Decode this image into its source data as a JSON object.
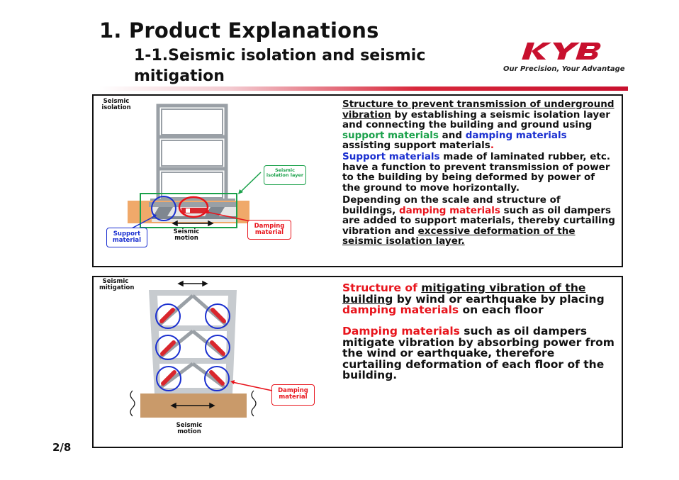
{
  "header": {
    "title": "1.  Product Explanations",
    "subtitle": "1-1.Seismic isolation and seismic mitigation",
    "logo_text": "KYB",
    "tagline": "Our Precision, Your Advantage",
    "accent_color": "#c8102e"
  },
  "isolation_panel": {
    "label": "Seismic isolation",
    "diagram": {
      "layer_callout": "Seismic isolation layer",
      "damping_callout": "Damping material",
      "support_callout": "Support material",
      "motion_label": "Seismic motion"
    },
    "paragraphs": {
      "p1_a": "Structure to prevent transmission of underground vibration",
      "p1_b": " by establishing a seismic isolation layer and connecting the building and ground using ",
      "p1_c": "support materials",
      "p1_d": " and ",
      "p1_e": "damping materials",
      "p1_f": " assisting support materials",
      "p1_g": ".",
      "p2_a": "Support materials",
      "p2_b": " made of laminated rubber, etc. have a function to prevent transmission of power to the building by being deformed by power of the ground to move horizontally.",
      "p3_a": "Depending on the scale and structure of buildings, ",
      "p3_b": "damping materials",
      "p3_c": " such as oil dampers are added to support materials, thereby curtailing vibration and ",
      "p3_d": "excessive deformation of the seismic isolation layer."
    }
  },
  "mitigation_panel": {
    "label": "Seismic mitigation",
    "diagram": {
      "damping_callout": "Damping material",
      "motion_label": "Seismic motion"
    },
    "paragraphs": {
      "p1_a": "Structure of ",
      "p1_b": "mitigating vibration of the building",
      "p1_c": " by wind or earthquake by placing ",
      "p1_d": "damping materials",
      "p1_e": " on each floor",
      "p2_a": "Damping materials",
      "p2_b": " such as oil dampers mitigate vibration by absorbing power from the wind or earthquake, therefore curtailing deformation of each floor of the building."
    }
  },
  "footer": {
    "page_number": "2/8"
  }
}
